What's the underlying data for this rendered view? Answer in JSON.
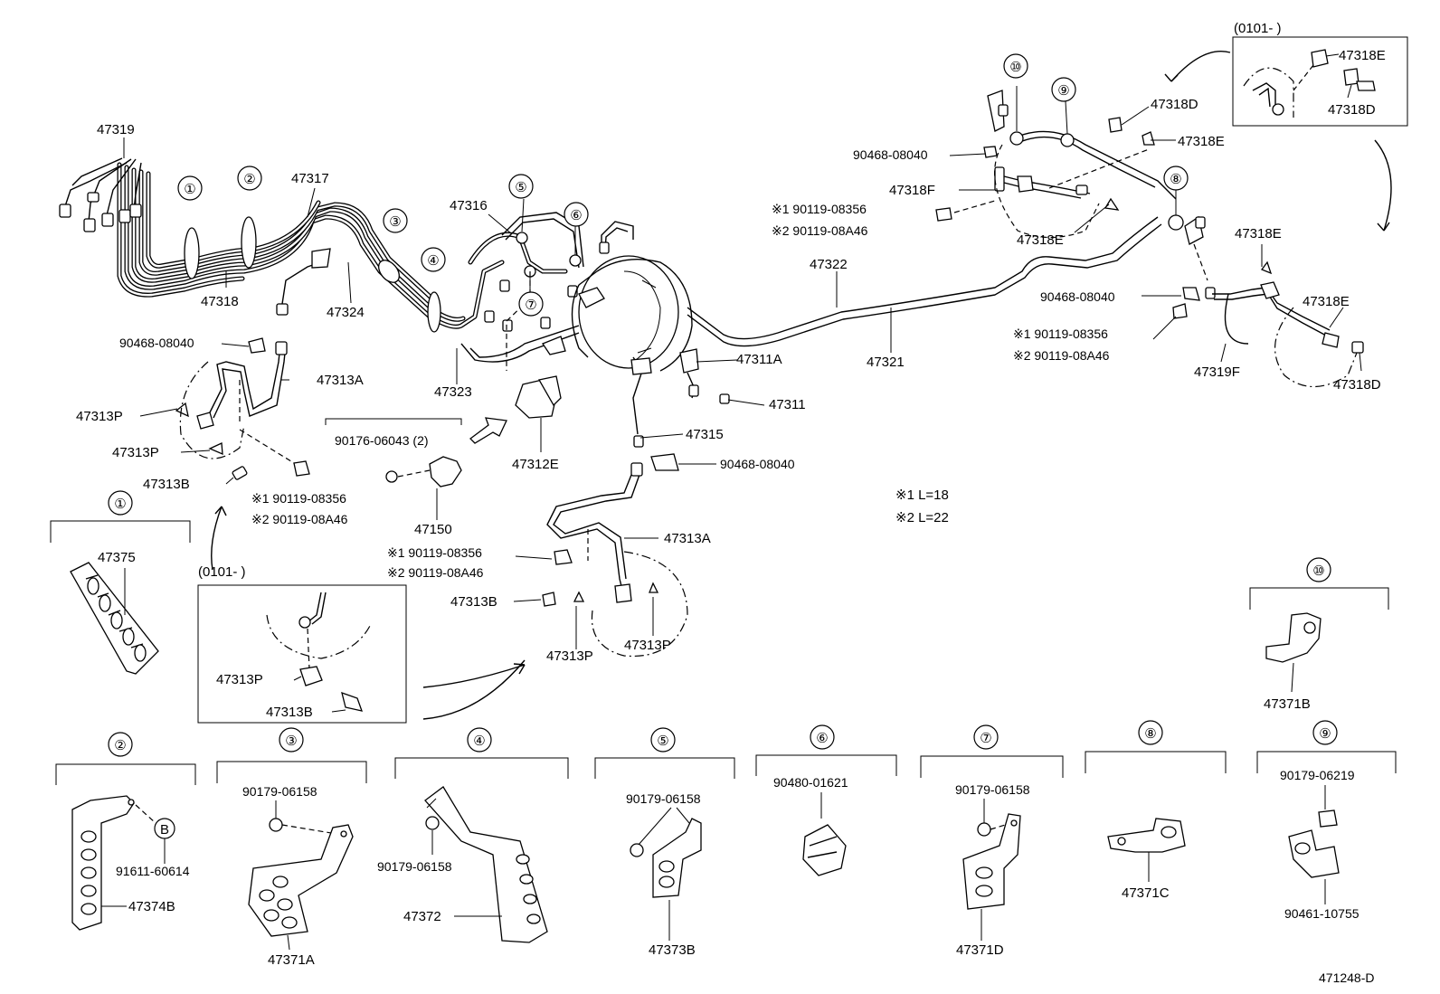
{
  "drawing_id": "471248-D",
  "legend": {
    "note1": "※1 L=18",
    "note2": "※2 L=22"
  },
  "labels": {
    "p47319": "47319",
    "p47318": "47318",
    "p47317": "47317",
    "p47324": "47324",
    "p47316": "47316",
    "p47323": "47323",
    "p47322": "47322",
    "p47321": "47321",
    "p47311A": "47311A",
    "p47311": "47311",
    "p47315": "47315",
    "p47312E": "47312E",
    "p47313A_1": "47313A",
    "p47313P_1": "47313P",
    "p47313P_2": "47313P",
    "p47313B_1": "47313B",
    "p90468_1": "90468-08040",
    "p90468_2": "90468-08040",
    "p90468_3": "90468-08040",
    "p90468_4": "90468-08040",
    "p90119a_1": "※1 90119-08356",
    "p90119b_1": "※2 90119-08A46",
    "p90119a_2": "※1 90119-08356",
    "p90119b_2": "※2 90119-08A46",
    "p90119a_3": "※1  90119-08356",
    "p90119b_3": "※2  90119-08A46",
    "p90119a_4": "※1  90119-08356",
    "p90119b_4": "※2  90119-08A46",
    "p90176": "90176-06043 (2)",
    "p47150": "47150",
    "p47313A_2": "47313A",
    "p47313B_2": "47313B",
    "p47313P_3": "47313P",
    "p47313P_4": "47313P",
    "p47313P_5": "47313P",
    "p47313B_3": "47313B",
    "inset_left_code": "(0101-        )",
    "inset_right_code": "(0101-          )",
    "p47318E_1": "47318E",
    "p47318D_1": "47318D",
    "p47318D_2": "47318D",
    "p47318E_2": "47318E",
    "p47318F": "47318F",
    "p47318E_3": "47318E",
    "p47318E_4": "47318E",
    "p47318E_5": "47318E",
    "p47319F": "47319F",
    "p47318D_3": "47318D",
    "p47375": "47375",
    "p91611": "91611-60614",
    "pB": "B",
    "p47374B": "47374B",
    "p90179_3": "90179-06158",
    "p47371A": "47371A",
    "p90179_4": "90179-06158",
    "p47372": "47372",
    "p90179_5": "90179-06158",
    "p47373B": "47373B",
    "p90480": "90480-01621",
    "p90179_7": "90179-06158",
    "p47371D": "47371D",
    "p47371C": "47371C",
    "p90179_9": "90179-06219",
    "p90461": "90461-10755",
    "p47371B": "47371B"
  },
  "callouts": {
    "c1": "①",
    "c2": "②",
    "c3": "③",
    "c4": "④",
    "c5": "⑤",
    "c6": "⑥",
    "c7": "⑦",
    "c8": "⑧",
    "c9": "⑨",
    "c10": "⑩"
  }
}
